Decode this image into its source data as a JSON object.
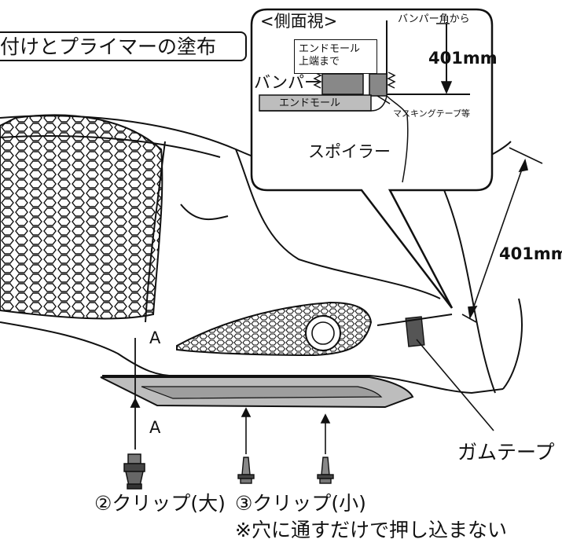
{
  "title": "付けとプライマーの塗布",
  "inset": {
    "heading": "<側面視>",
    "bumper_corner": "バンパー角から",
    "distance": "401mm",
    "end_mold_top_line1": "エンドモール",
    "end_mold_top_line2": "上端まで",
    "bumper": "バンパー",
    "end_mold": "エンドモール",
    "masking_tape": "マスキングテープ等",
    "spoiler": "スポイラー"
  },
  "main": {
    "distance": "401mm",
    "section_a_top": "A",
    "section_a_bottom": "A",
    "gum_tape": "ガムテープ",
    "clip_large": "②クリップ(大)",
    "clip_small": "③クリップ(小)",
    "note": "※穴に通すだけで押し込まない"
  },
  "colors": {
    "line": "#111111",
    "part_gray": "#bdbdbd",
    "tape_dark": "#555555"
  }
}
